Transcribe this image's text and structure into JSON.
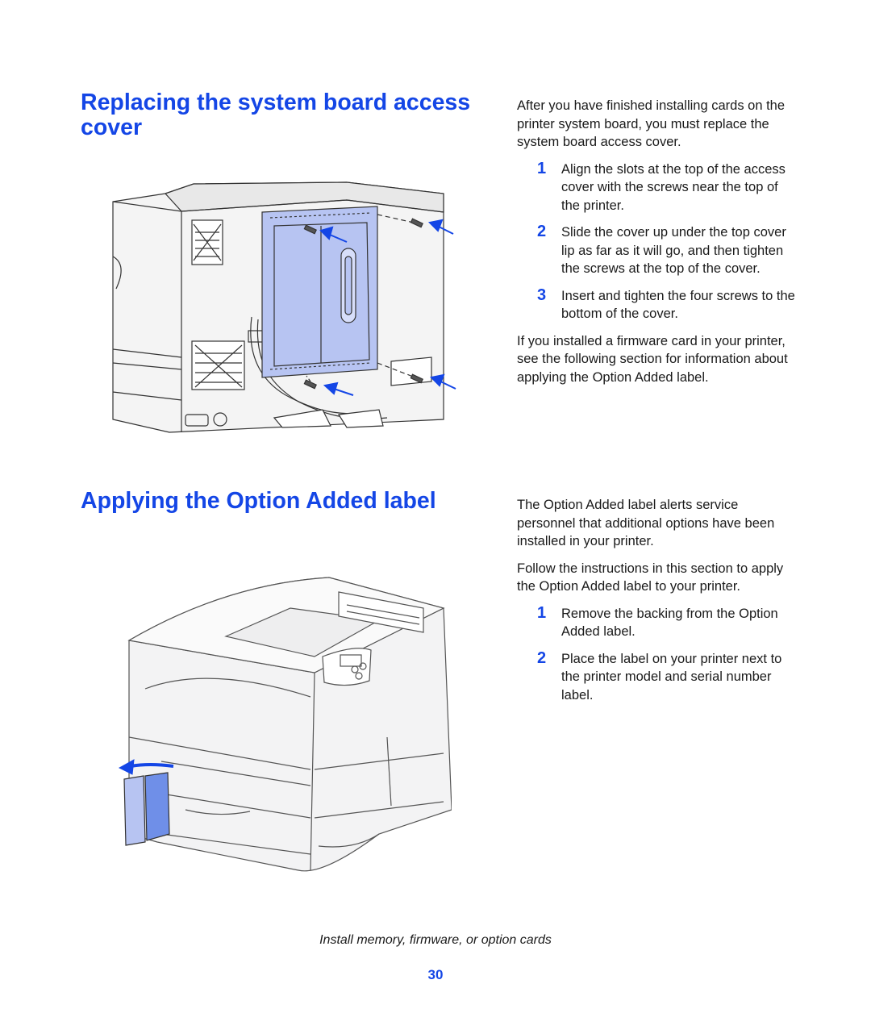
{
  "section1": {
    "title": "Replacing the system board access cover",
    "intro": "After you have finished installing cards on the printer system board, you must replace the system board access cover.",
    "steps": [
      {
        "num": "1",
        "text": "Align the slots at the top of the access cover with the screws near the top of the printer."
      },
      {
        "num": "2",
        "text": "Slide the cover up under the top cover lip as far as it will go, and then tighten the screws at the top of the cover."
      },
      {
        "num": "3",
        "text": "Insert and tighten the four screws to the bottom of the cover."
      }
    ],
    "outro": "If you installed a firmware card in your printer, see the following section for information about applying the Option Added label."
  },
  "section2": {
    "title": "Applying the Option Added label",
    "intro": "The Option Added label alerts service personnel that additional options have been installed in your printer.",
    "intro2": "Follow the instructions in this section to apply the Option Added label to your printer.",
    "steps": [
      {
        "num": "1",
        "text": "Remove the backing from the Option Added label."
      },
      {
        "num": "2",
        "text": "Place the label on your printer next to the printer model and serial number label."
      }
    ]
  },
  "footer": {
    "title": "Install memory, firmware, or option cards",
    "page_number": "30"
  },
  "colors": {
    "heading": "#1446e6",
    "cover_fill": "#b7c4f2",
    "arrow": "#1446e6"
  },
  "icons": {
    "figure1": "printer-rear-access-cover-illustration",
    "figure2": "printer-front-label-illustration"
  }
}
